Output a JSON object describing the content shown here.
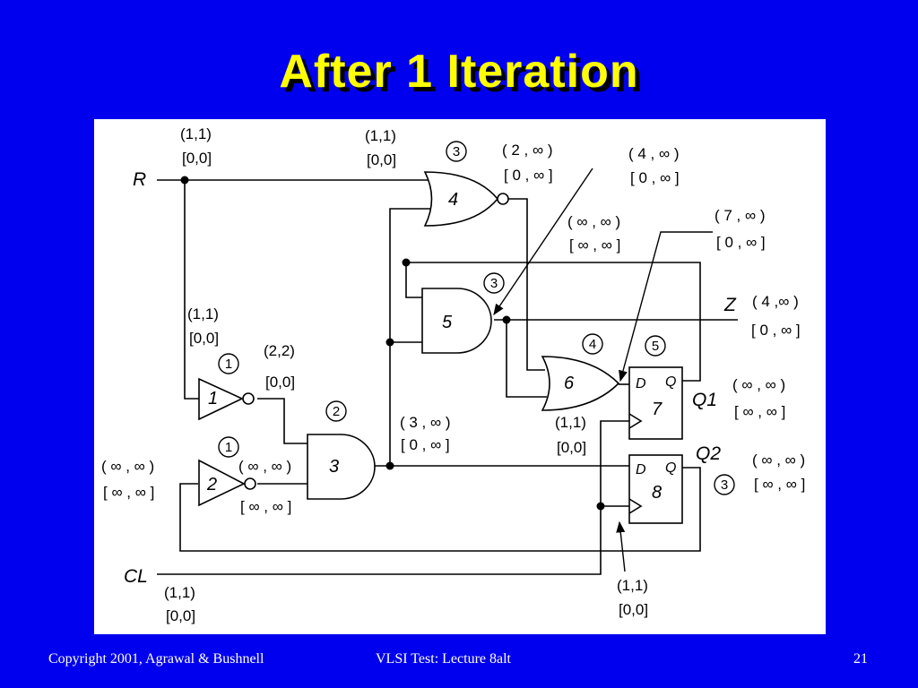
{
  "slide": {
    "title": "After 1 Iteration",
    "footer_left": "Copyright 2001, Agrawal & Bushnell",
    "footer_center": "VLSI Test: Lecture 8alt",
    "page_number": "21"
  },
  "circuit": {
    "nets": {
      "R": "R",
      "Z": "Z",
      "CL": "CL",
      "Q1": "Q1",
      "Q2": "Q2"
    },
    "gates": {
      "g1": "1",
      "g2": "2",
      "g3": "3",
      "g4": "4",
      "g5": "5",
      "g6": "6",
      "g7": "7",
      "g8": "8"
    },
    "ff_pins": {
      "d": "D",
      "q": "Q"
    },
    "circled_numbers": {
      "g1": "1",
      "g2": "1",
      "g3": "2",
      "g4": "3",
      "g5": "3",
      "g6": "4",
      "ff1": "5",
      "ff2": "3"
    },
    "annotations": {
      "r_in_top": "(1,1)",
      "r_in_bot": "[0,0]",
      "r_fan_top": "(1,1)",
      "r_fan_bot": "[0,0]",
      "r_branch_top": "(1,1)",
      "r_branch_bot": "[0,0]",
      "g1_out_top": "(2,2)",
      "g1_out_bot": "[0,0]",
      "g2_in_top": "( ∞ , ∞ )",
      "g2_in_bot": "[ ∞ , ∞ ]",
      "g2_out_top": "( ∞ , ∞ )",
      "g2_out_bot": "[ ∞ , ∞ ]",
      "g3_out_top": "( 3 , ∞ )",
      "g3_out_bot": "[ 0 , ∞ ]",
      "g4_out_top": "( 2 , ∞ )",
      "g4_out_bot": "[ 0 , ∞ ]",
      "g4_arrow_top": "( 4 , ∞ )",
      "g4_arrow_bot": "[ 0 , ∞ ]",
      "q_mid_top": "( ∞ , ∞ )",
      "q_mid_bot": "[ ∞ , ∞ ]",
      "g6_arrow_top": "( 7 , ∞ )",
      "g6_arrow_bot": "[ 0 , ∞ ]",
      "z_top": "( 4 ,∞ )",
      "z_bot": "[ 0 , ∞ ]",
      "q1_top": "( ∞ , ∞ )",
      "q1_bot": "[ ∞ , ∞ ]",
      "q2_top": "( ∞ , ∞ )",
      "q2_bot": "[ ∞ , ∞ ]",
      "clk1_top": "(1,1)",
      "clk1_bot": "[0,0]",
      "cl_in_top": "(1,1)",
      "cl_in_bot": "[0,0]",
      "clk2_top": "(1,1)",
      "clk2_bot": "[0,0]"
    }
  }
}
